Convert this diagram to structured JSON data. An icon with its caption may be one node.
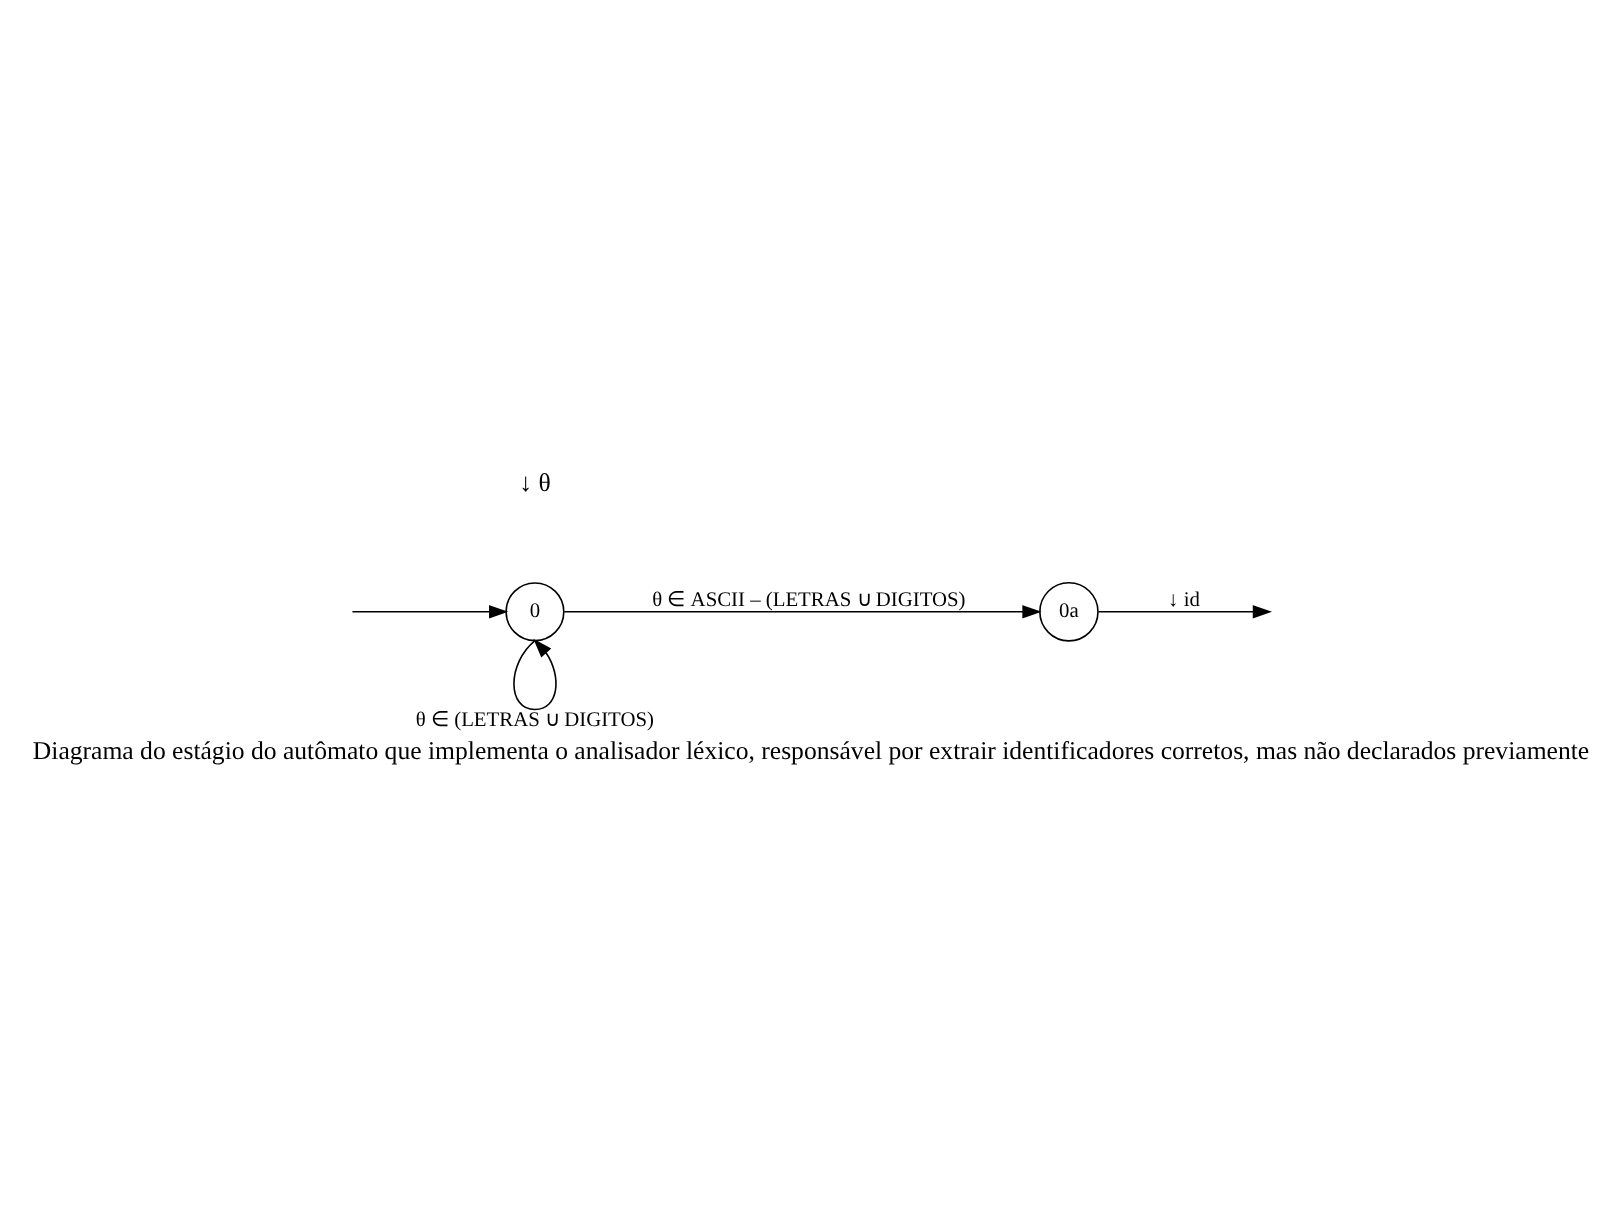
{
  "diagram": {
    "caption": "Diagrama do estágio do autômato que implementa o analisador léxico, responsável por extrair identificadores corretos, mas não declarados previamente",
    "nodes": [
      {
        "text": [
          "0"
        ]
      },
      {
        "text": [
          "0a"
        ]
      }
    ],
    "edges": [
      {
        "from": null,
        "to": 0,
        "arrow": "to"
      },
      {
        "from": 0,
        "to": 0,
        "arrow": "to",
        "label": "θ ∈ (LETRAS ∪ DIGITOS)"
      },
      {
        "from": 0,
        "to": 1,
        "arrow": "to",
        "label": "θ ∈ ASCII – (LETRAS ∪ DIGITOS)"
      },
      {
        "from": 1,
        "to": null,
        "arrow": "to",
        "label": "↓ id"
      }
    ],
    "labels": [
      "↓ θ"
    ]
  }
}
